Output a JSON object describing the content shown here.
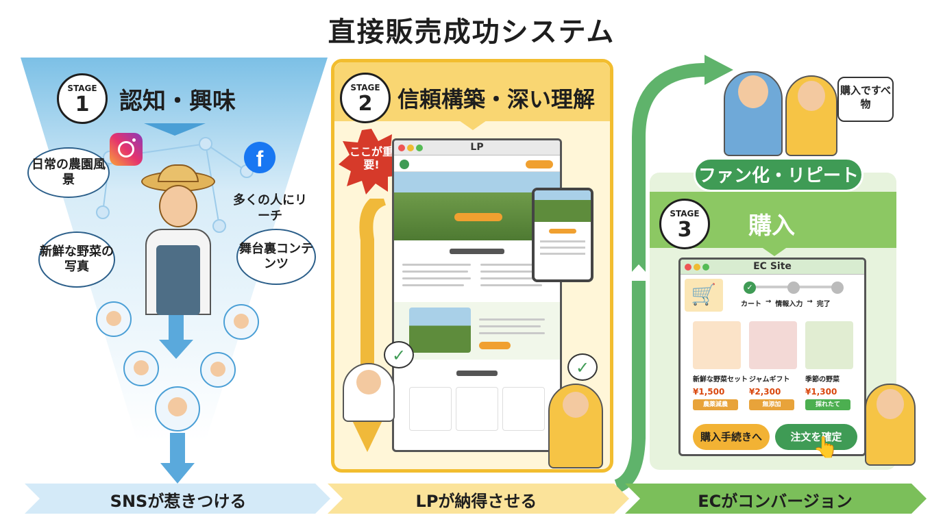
{
  "title": "直接販売成功システム",
  "stage1": {
    "label": "STAGE",
    "number": "1",
    "title": "認知・興味",
    "bubbles": [
      "日常の農園風景",
      "新鮮な野菜の写真",
      "多くの人にリーチ",
      "舞台裏コンテンツ"
    ],
    "footer": "SNSが惹きつける"
  },
  "stage2": {
    "label": "STAGE",
    "number": "2",
    "title": "信頼構築・深い理解",
    "burst": "ここが重要!",
    "window_title": "LP",
    "footer": "LPが納得させる"
  },
  "stage3": {
    "label": "STAGE",
    "number": "3",
    "title": "購入",
    "fan_pill": "ファン化・リピート",
    "speech": "購入ですべ物",
    "window_title": "EC Site",
    "steps": [
      "カート",
      "→",
      "情報入力",
      "→",
      "完了"
    ],
    "products": [
      {
        "name": "新鮮な野菜セット",
        "price": "¥1,500",
        "tag": "農薬減農",
        "color": "#e8a33a"
      },
      {
        "name": "ジャムギフト",
        "price": "¥2,300",
        "tag": "無添加",
        "color": "#e8a33a"
      },
      {
        "name": "季節の野菜",
        "price": "¥1,300",
        "tag": "採れたて",
        "color": "#4caf50"
      }
    ],
    "buttons": {
      "checkout": "購入手続きへ",
      "confirm": "注文を確定"
    },
    "footer": "ECがコンバージョン"
  },
  "colors": {
    "stage1": "#8cc7e8",
    "stage2": "#f6c445",
    "stage3": "#7bbf5a",
    "accent_green": "#3f9b55"
  }
}
